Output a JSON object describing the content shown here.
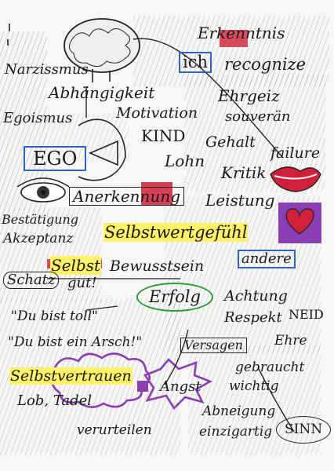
{
  "words": {
    "erkenntnis": "Erkenntnis",
    "ich": "ich",
    "recognize": "recognize",
    "narzissmus": "Narzissmus",
    "abhaengigkeit": "Abhängigkeit",
    "ehrgeiz": "Ehrgeiz",
    "egoismus": "Egoismus",
    "motivation": "Motivation",
    "souveraen": "souverän",
    "kind": "KIND",
    "gehalt": "Gehalt",
    "failure": "failure",
    "ego": "EGO",
    "lohn": "Lohn",
    "kritik": "Kritik",
    "anerkennung": "Anerkennung",
    "leistung": "Leistung",
    "bestaetigung": "Bestätigung",
    "akzeptanz": "Akzeptanz",
    "selbstwertgefuehl": "Selbstwertgefühl",
    "andere": "andere",
    "selbst": "Selbst",
    "bewusstsein": "Bewusstsein",
    "schatz": "Schatz",
    "gut": "gut!",
    "erfolg": "Erfolg",
    "achtung": "Achtung",
    "du_bist_toll": "\"Du bist toll\"",
    "respekt": "Respekt",
    "neid": "NEID",
    "du_bist_arsch": "\"Du bist ein Arsch!\"",
    "versagen": "Versagen",
    "ehre": "Ehre",
    "gebraucht": "gebraucht",
    "selbstvertrauen": "Selbstvertrauen",
    "angst": "Angst",
    "wichtig": "wichtig",
    "lob_tadel": "Lob, Tadel",
    "abneigung": "Abneigung",
    "verurteilen": "verurteilen",
    "einzigartig": "einzigartig",
    "sinn": "SINN"
  },
  "colors": {
    "highlight_yellow": "#fff26a",
    "box_blue": "#2f63c8",
    "red": "#d0203a",
    "green": "#2a9b3a",
    "purple": "#8a3fb3",
    "pencil_grey": "#8f8f8f"
  },
  "drawings": [
    "brain-sketch",
    "eye-sketch",
    "lips-sketch",
    "heart-sketch",
    "purple-cloud",
    "angst-burst"
  ]
}
